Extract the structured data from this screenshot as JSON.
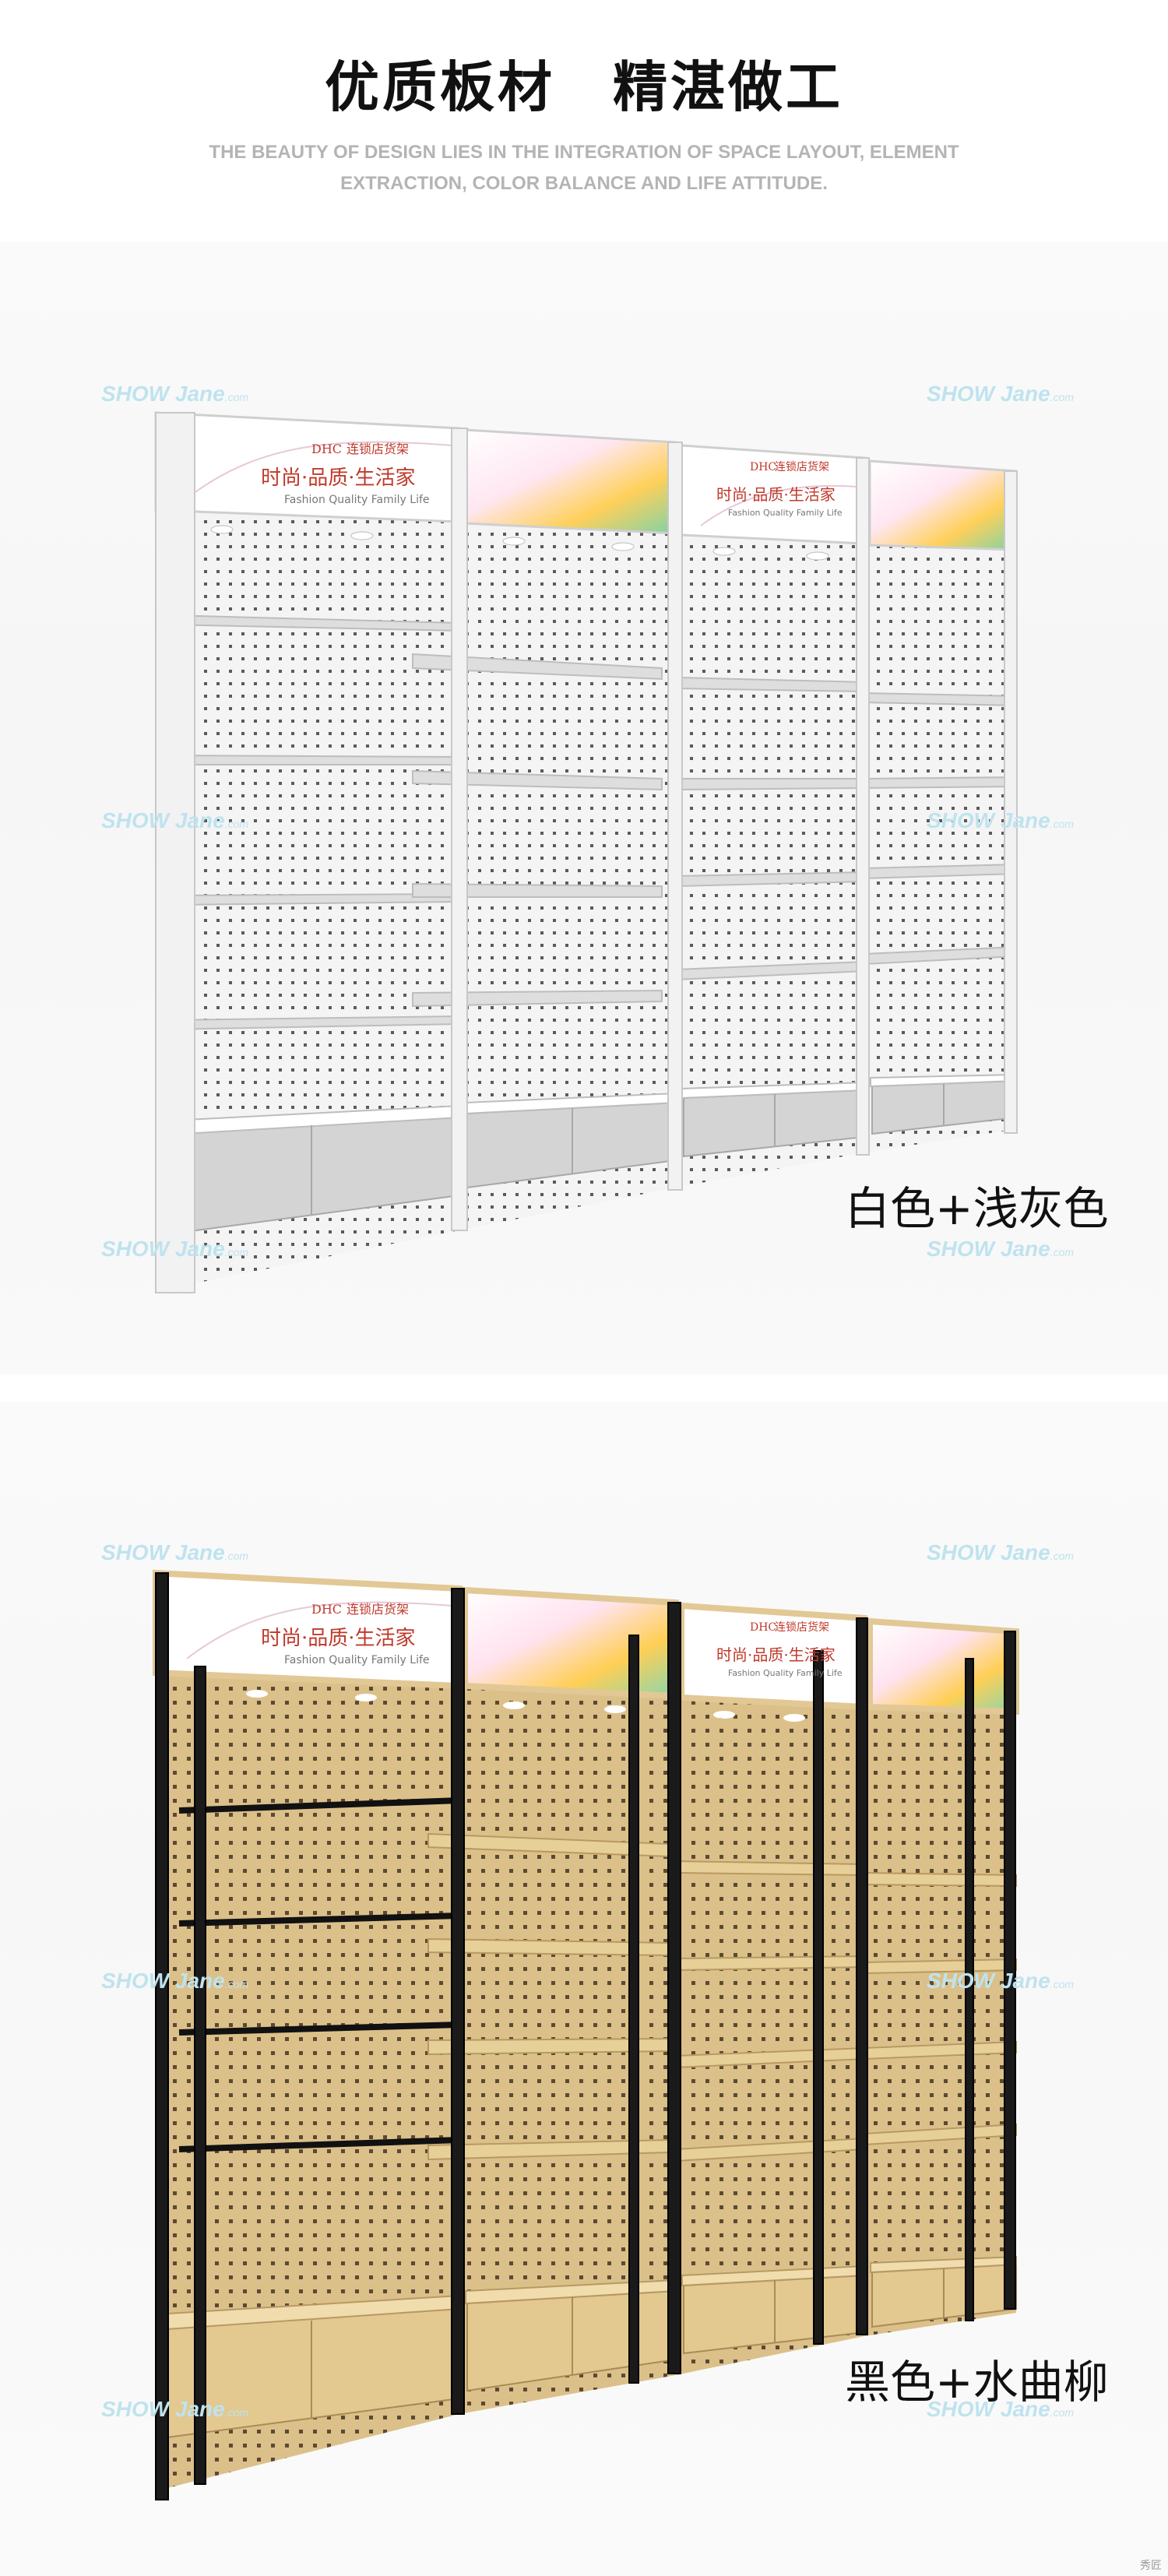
{
  "header": {
    "title": "优质板材　精湛做工",
    "subtitle": "THE BEAUTY OF DESIGN LIES IN THE INTEGRATION OF SPACE LAYOUT, ELEMENT EXTRACTION, COLOR BALANCE AND LIFE ATTITUDE."
  },
  "watermark": {
    "main": "SHOW Jane",
    "suffix": ".com"
  },
  "sign": {
    "brand": "DHC",
    "store": "连锁店货架",
    "slogan": "时尚·品质·生活家",
    "english": "Fashion Quality Family Life"
  },
  "products": [
    {
      "label": "白色+浅灰色",
      "colors": {
        "frame": "#f2f2f2",
        "frame_edge": "#c8c8c8",
        "board": "#f4f4f4",
        "hole": "#5a5a5a",
        "shelf": "#dedede",
        "cabinet": "#d4d4d4"
      }
    },
    {
      "label": "黑色+水曲柳",
      "colors": {
        "frame": "#1a1a1a",
        "frame_edge": "#000000",
        "board": "#dcc08a",
        "hole": "#5b4a32",
        "shelf": "#e7cf98",
        "cabinet": "#e3c890"
      }
    }
  ],
  "corner_mark": "秀匠"
}
